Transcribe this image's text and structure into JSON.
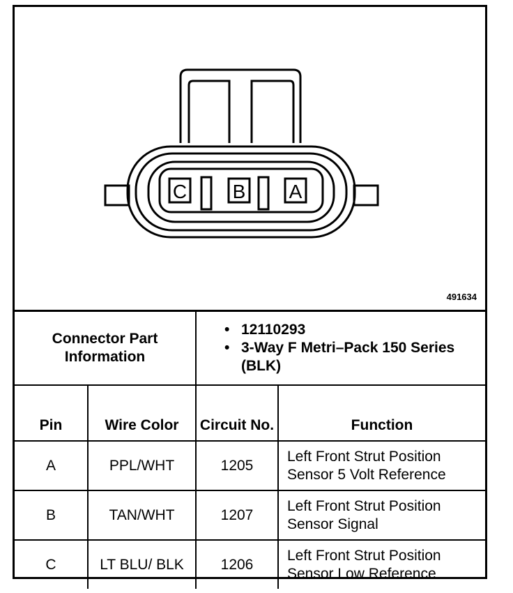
{
  "figure": {
    "id": "491634",
    "pins": [
      "C",
      "B",
      "A"
    ]
  },
  "connector_info": {
    "label": "Connector Part Information",
    "items": [
      "12110293",
      "3-Way F Metri–Pack 150 Series (BLK)"
    ]
  },
  "table": {
    "headers": [
      "Pin",
      "Wire Color",
      "Circuit No.",
      "Function"
    ],
    "rows": [
      {
        "pin": "A",
        "color": "PPL/WHT",
        "circuit": "1205",
        "function": "Left Front Strut Position Sensor 5 Volt Reference"
      },
      {
        "pin": "B",
        "color": "TAN/WHT",
        "circuit": "1207",
        "function": "Left Front Strut Position Sensor Signal"
      },
      {
        "pin": "C",
        "color": "LT BLU/ BLK",
        "circuit": "1206",
        "function": "Left Front Strut Position Sensor Low Reference"
      }
    ]
  }
}
